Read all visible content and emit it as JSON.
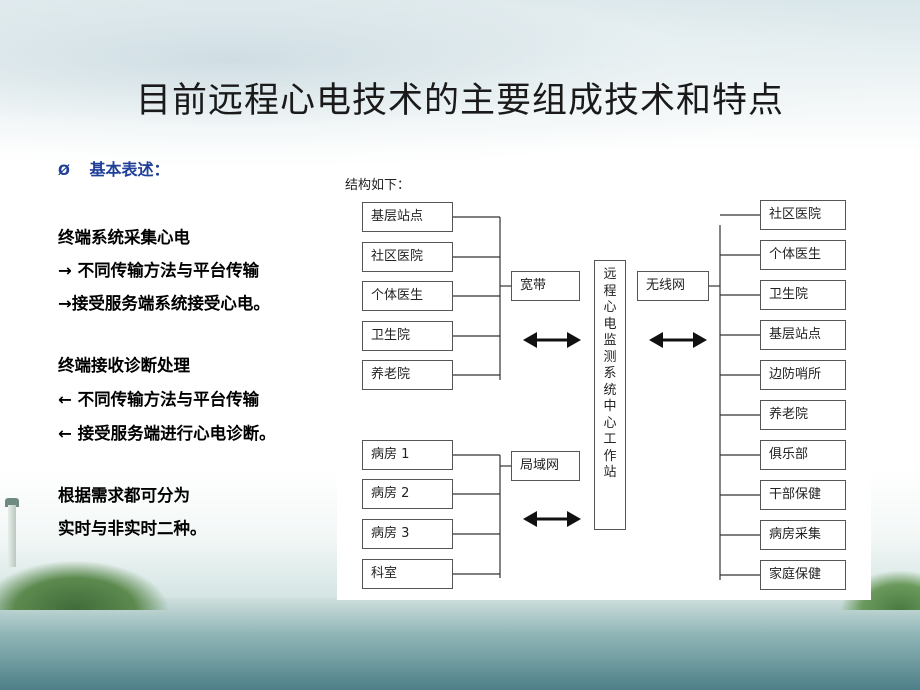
{
  "title": "目前远程心电技术的主要组成技术和特点",
  "bullet": {
    "marker": "Ø",
    "label": "基本表述："
  },
  "paragraphs": [
    [
      "终端系统采集心电",
      "→ 不同传输方法与平台传输",
      "→接受服务端系统接受心电。"
    ],
    [
      "终端接收诊断处理",
      "← 不同传输方法与平台传输",
      "← 接受服务端进行心电诊断。"
    ],
    [
      "根据需求都可分为",
      "实时与非实时二种。"
    ]
  ],
  "diagram": {
    "caption": "结构如下：",
    "left_group_top": [
      "基层站点",
      "社区医院",
      "个体医生",
      "卫生院",
      "养老院"
    ],
    "left_group_bottom": [
      "病房 1",
      "病房 2",
      "病房 3",
      "科室"
    ],
    "hub_top": "宽带",
    "hub_bottom": "局域网",
    "center": "远程心电监测系统中心工作站",
    "right_hub": "无线网",
    "right_group": [
      "社区医院",
      "个体医生",
      "卫生院",
      "基层站点",
      "边防哨所",
      "养老院",
      "俱乐部",
      "干部保健",
      "病房采集",
      "家庭保健"
    ]
  }
}
